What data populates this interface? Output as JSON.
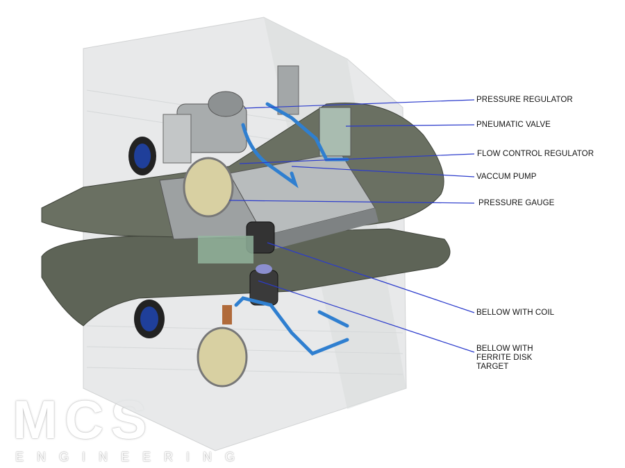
{
  "labels": [
    {
      "id": "pressure-regulator",
      "text": "PRESSURE REGULATOR"
    },
    {
      "id": "pneumatic-valve",
      "text": "PNEUMATIC VALVE"
    },
    {
      "id": "flow-control-regulator",
      "text": "FLOW CONTROL REGULATOR"
    },
    {
      "id": "vaccum-pump",
      "text": "VACCUM PUMP"
    },
    {
      "id": "pressure-gauge",
      "text": "PRESSURE GAUGE"
    },
    {
      "id": "bellow-with-coil",
      "text": "BELLOW WITH COIL"
    },
    {
      "id": "bellow-with-ferrite",
      "lines": [
        "BELLOW WITH",
        "FERRITE DISK",
        "TARGET"
      ]
    }
  ],
  "logo": {
    "mark": "MCS",
    "subtitle": "ENGINEERING"
  },
  "colors": {
    "leader": "#2b3bcc",
    "tubing": "#2f7fd0",
    "tray": "#5b6154",
    "enclosure": "#d9dbdc"
  }
}
